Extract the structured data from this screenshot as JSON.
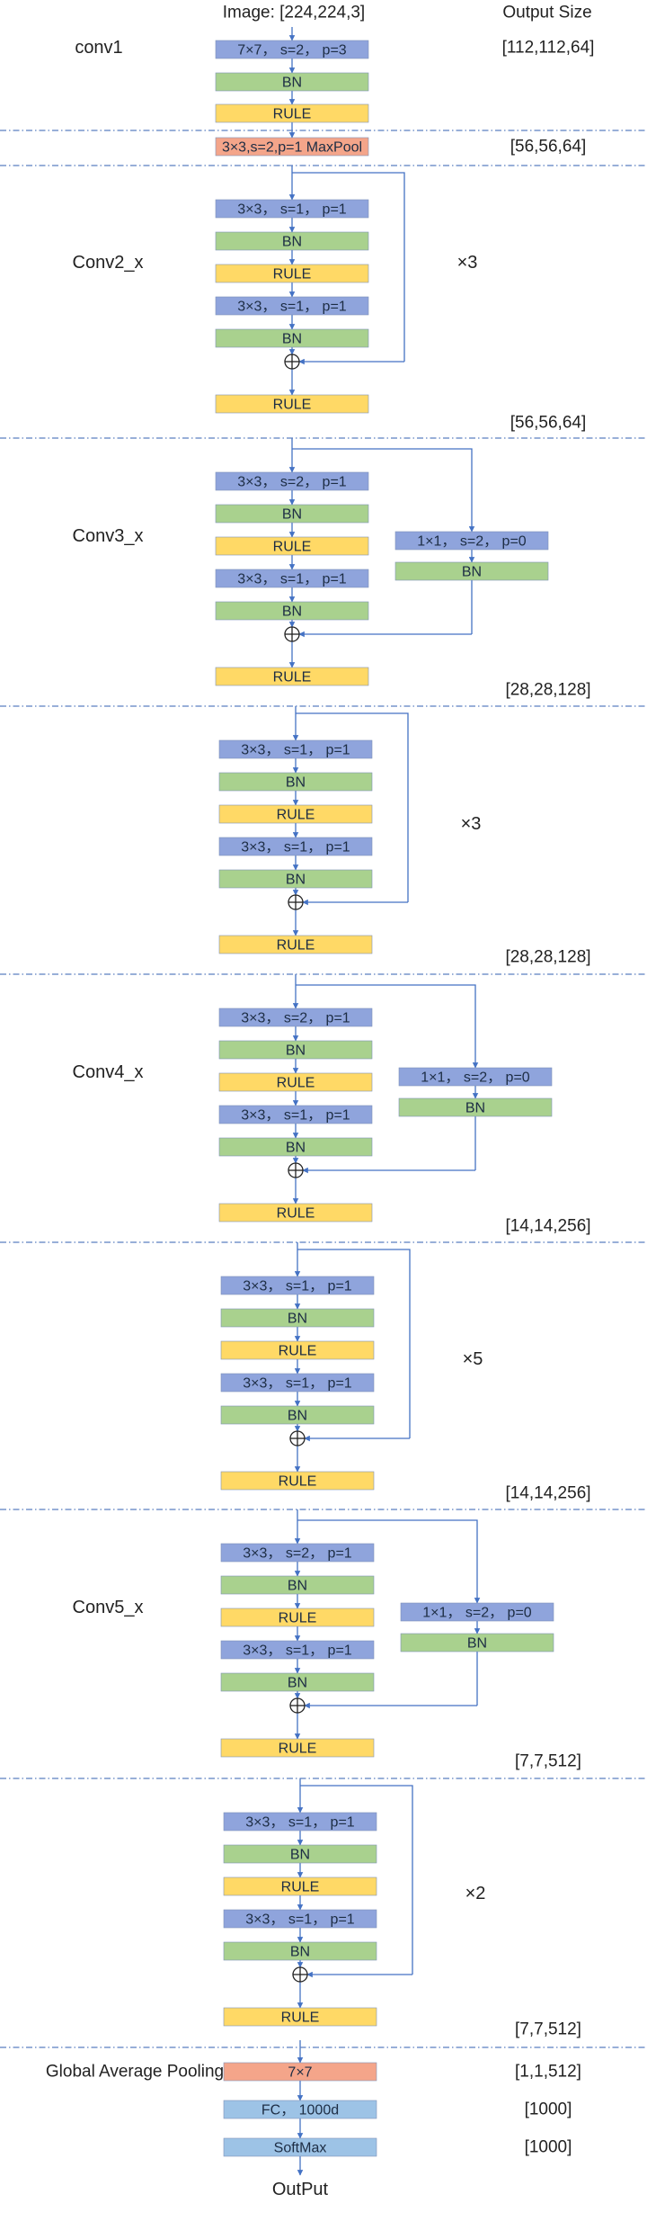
{
  "header": {
    "input": "Image: [224,224,3]",
    "output_size": "Output Size"
  },
  "blocks": {
    "conv7": "7×7，  s=2， p=3",
    "bn": "BN",
    "rule": "RULE",
    "maxpool": "3×3,s=2,p=1 MaxPool",
    "conv3_s1": "3×3，  s=1，  p=1",
    "conv3_s2": "3×3，  s=2，  p=1",
    "conv1_s2": "1×1，  s=2，  p=0",
    "gap": "7×7",
    "fc": "FC，  1000d",
    "softmax": "SoftMax"
  },
  "stage_labels": {
    "conv1": "conv1",
    "conv2": "Conv2_x",
    "conv3": "Conv3_x",
    "conv4": "Conv4_x",
    "conv5": "Conv5_x",
    "gap": "Global Average Pooling"
  },
  "repeats": [
    "×3",
    "×3",
    "×5",
    "×2"
  ],
  "sizes": [
    "[112,112,64]",
    "[56,56,64]",
    "[56,56,64]",
    "[28,28,128]",
    "[28,28,128]",
    "[14,14,256]",
    "[14,14,256]",
    "[7,7,512]",
    "[7,7,512]",
    "[1,1,512]",
    "[1000]",
    "[1000]"
  ],
  "footer": {
    "output": "OutPut"
  },
  "colors": {
    "conv": "#8fa4dc",
    "bn": "#a9d18e",
    "rule": "#ffd966",
    "pool": "#f4a58a",
    "fc": "#9dc3e6",
    "arrow": "#4472c4",
    "divider": "#5b7fc0"
  }
}
